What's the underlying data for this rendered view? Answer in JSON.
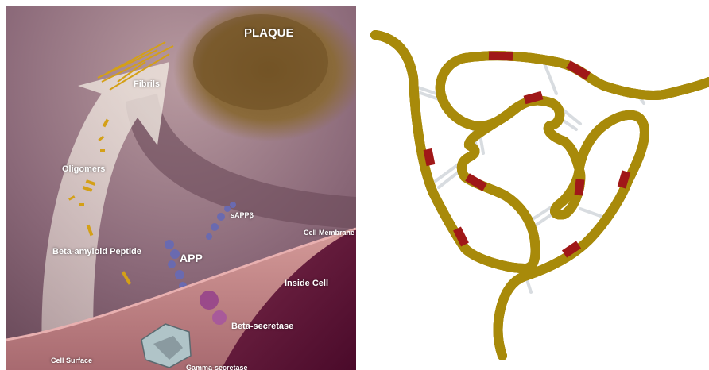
{
  "left_panel": {
    "labels": {
      "plaque": "PLAQUE",
      "fibrils": "Fibrils",
      "oligomers": "Oligomers",
      "beta_amyloid": "Beta-amyloid Peptide",
      "app": "APP",
      "sapp_beta": "sAPPβ",
      "cell_membrane": "Cell Membrane",
      "inside_cell": "Inside Cell",
      "beta_secretase": "Beta-secretase",
      "cell_surface": "Cell Surface",
      "gamma_secretase": "Gamma-secretase"
    },
    "colors": {
      "background": "#8a6a78",
      "arrow": "#e8dcd4",
      "plaque": "#8a6a3a",
      "peptide": "#d4a017",
      "app_protein": "#6a6ab0",
      "membrane": "#c98a8a",
      "inside_cell": "#5a1a3a",
      "secretase": "#b0c4c8"
    }
  },
  "right_panel": {
    "colors": {
      "ribbon": "#e8c419",
      "ribbon_dark": "#a88a0a",
      "red_segments": "#a01818",
      "hbonds": "#d8dce0"
    }
  }
}
